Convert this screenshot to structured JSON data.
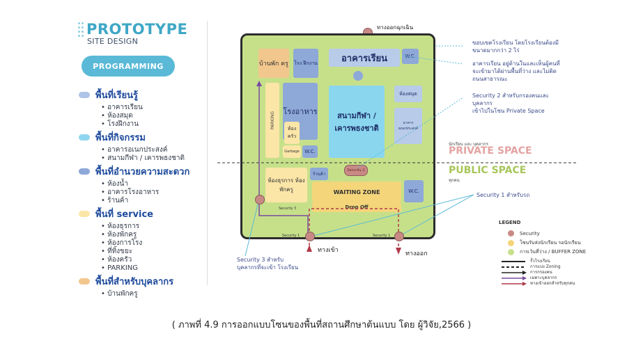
{
  "header": {
    "title": "PROTOTYPE",
    "subtitle": "SITE DESIGN",
    "button_label": "PROGRAMMING"
  },
  "categories": [
    {
      "label": "พื้นที่เรียนรู้",
      "color": "#aec3e8",
      "items": [
        "อาคารเรียน",
        "ห้องสมุด",
        "โรงฝึกงาน"
      ]
    },
    {
      "label": "พื้นที่กิจกรรม",
      "color": "#8fd6f0",
      "items": [
        "อาคารอเนกประสงค์",
        "สนามกีฬา / เคารพธงชาติ"
      ]
    },
    {
      "label": "พื้นที่อำนวยความสะดวก",
      "color": "#8ea8d8",
      "items": [
        "ห้องน้ำ",
        "อาคารโรงอาหาร",
        "ร้านค้า"
      ]
    },
    {
      "label": "พื้นที่ service",
      "color": "#fbe6a8",
      "items": [
        "ห้องธุรการ",
        "ห้องพักครู",
        "ห้องการโรง",
        "ที่ทิ้งขยะ",
        "ห้องครัว",
        "PARKING"
      ]
    },
    {
      "label": "พื้นที่สำหรับบุคลากร",
      "color": "#f2c78d",
      "items": [
        "บ้านพักครู"
      ]
    }
  ],
  "site": {
    "top_exit": "ทางออกฉุกเฉิน",
    "zones": {
      "teacher_house": "บ้านพัก ครู",
      "workshop": "โรง ฝึกงาน",
      "classroom": "อาคารเรียน",
      "wc": "W.C.",
      "canteen": "โรงอาหาร",
      "parking": "PARKING",
      "kitchen": "ห้อง ครัว",
      "garbage": "Garbage",
      "field": "สนามกีฬา / เคารพธงชาติ",
      "library": "ห้องสมุด",
      "multipurpose": "อาคาร อเนกประสงค์",
      "admin": "ห้องธุรการ ห้องพักครู",
      "shop": "ร้านค้า",
      "security2": "Security 2",
      "waiting": "WAITING ZONE",
      "dropoff": "Drop Off",
      "security3": "Security 3",
      "security1": "Security 1"
    },
    "entrance": "ทางเข้า",
    "exit": "ทางออก"
  },
  "annotations": {
    "boundary": [
      "ขอบเขตโรงเรียน โดยโรงเรียนต้องมี",
      "ขนาดมากกว่า 2 ไร่"
    ],
    "classroom_note": [
      "อาคารเรียน อยู่ด้านในและเห็นผู้คนที่",
      "จะเข้ามาได้ผ่านพื้นที่ว่าง และไม่ติด",
      "ถนนสาธารณะ"
    ],
    "security2_note": [
      "Security 2 สำหรับกรองคนและ",
      "บุคลากร",
      "เข้าไปในโซน Private Space"
    ],
    "private_small": "นักเรียน และ บุคลากร",
    "private_label": "PRIVATE SPACE",
    "public_label": "PUBLIC SPACE",
    "public_small": "ทุกคน",
    "security1_note": "Security 1 สำหรับรถ",
    "security3_note": [
      "Security 3 สำหรับ",
      "บุคลากรที่จะเข้า โรงเรียน"
    ]
  },
  "legend": {
    "title": "LEGEND",
    "items": [
      {
        "label": "Security",
        "color": "#c98a86"
      },
      {
        "label": "โซนรับส่งนักเรียน รอนักเรียน",
        "color": "#f4d57a"
      },
      {
        "label": "การเว้นที่ว่าง / BUFFER ZONE",
        "color": "#c6e08a"
      }
    ],
    "lines": [
      {
        "label": "รั้วโรงเรียน",
        "style": "solid-black"
      },
      {
        "label": "การแบ่ง Zoning",
        "style": "dashed-black"
      },
      {
        "label": "การกรองคน",
        "style": "arrow-black"
      },
      {
        "label": "เฉพาะบุคลากร",
        "style": "arrow-purple"
      },
      {
        "label": "ทางเข้าออกสำหรับทุกคน",
        "style": "arrow-red"
      }
    ]
  },
  "caption": "( ภาพที่ 4.9 การออกแบบโซนของพื้นที่สถานศึกษาต้นแบบ โดย ผู้วิจัย,2566 )"
}
